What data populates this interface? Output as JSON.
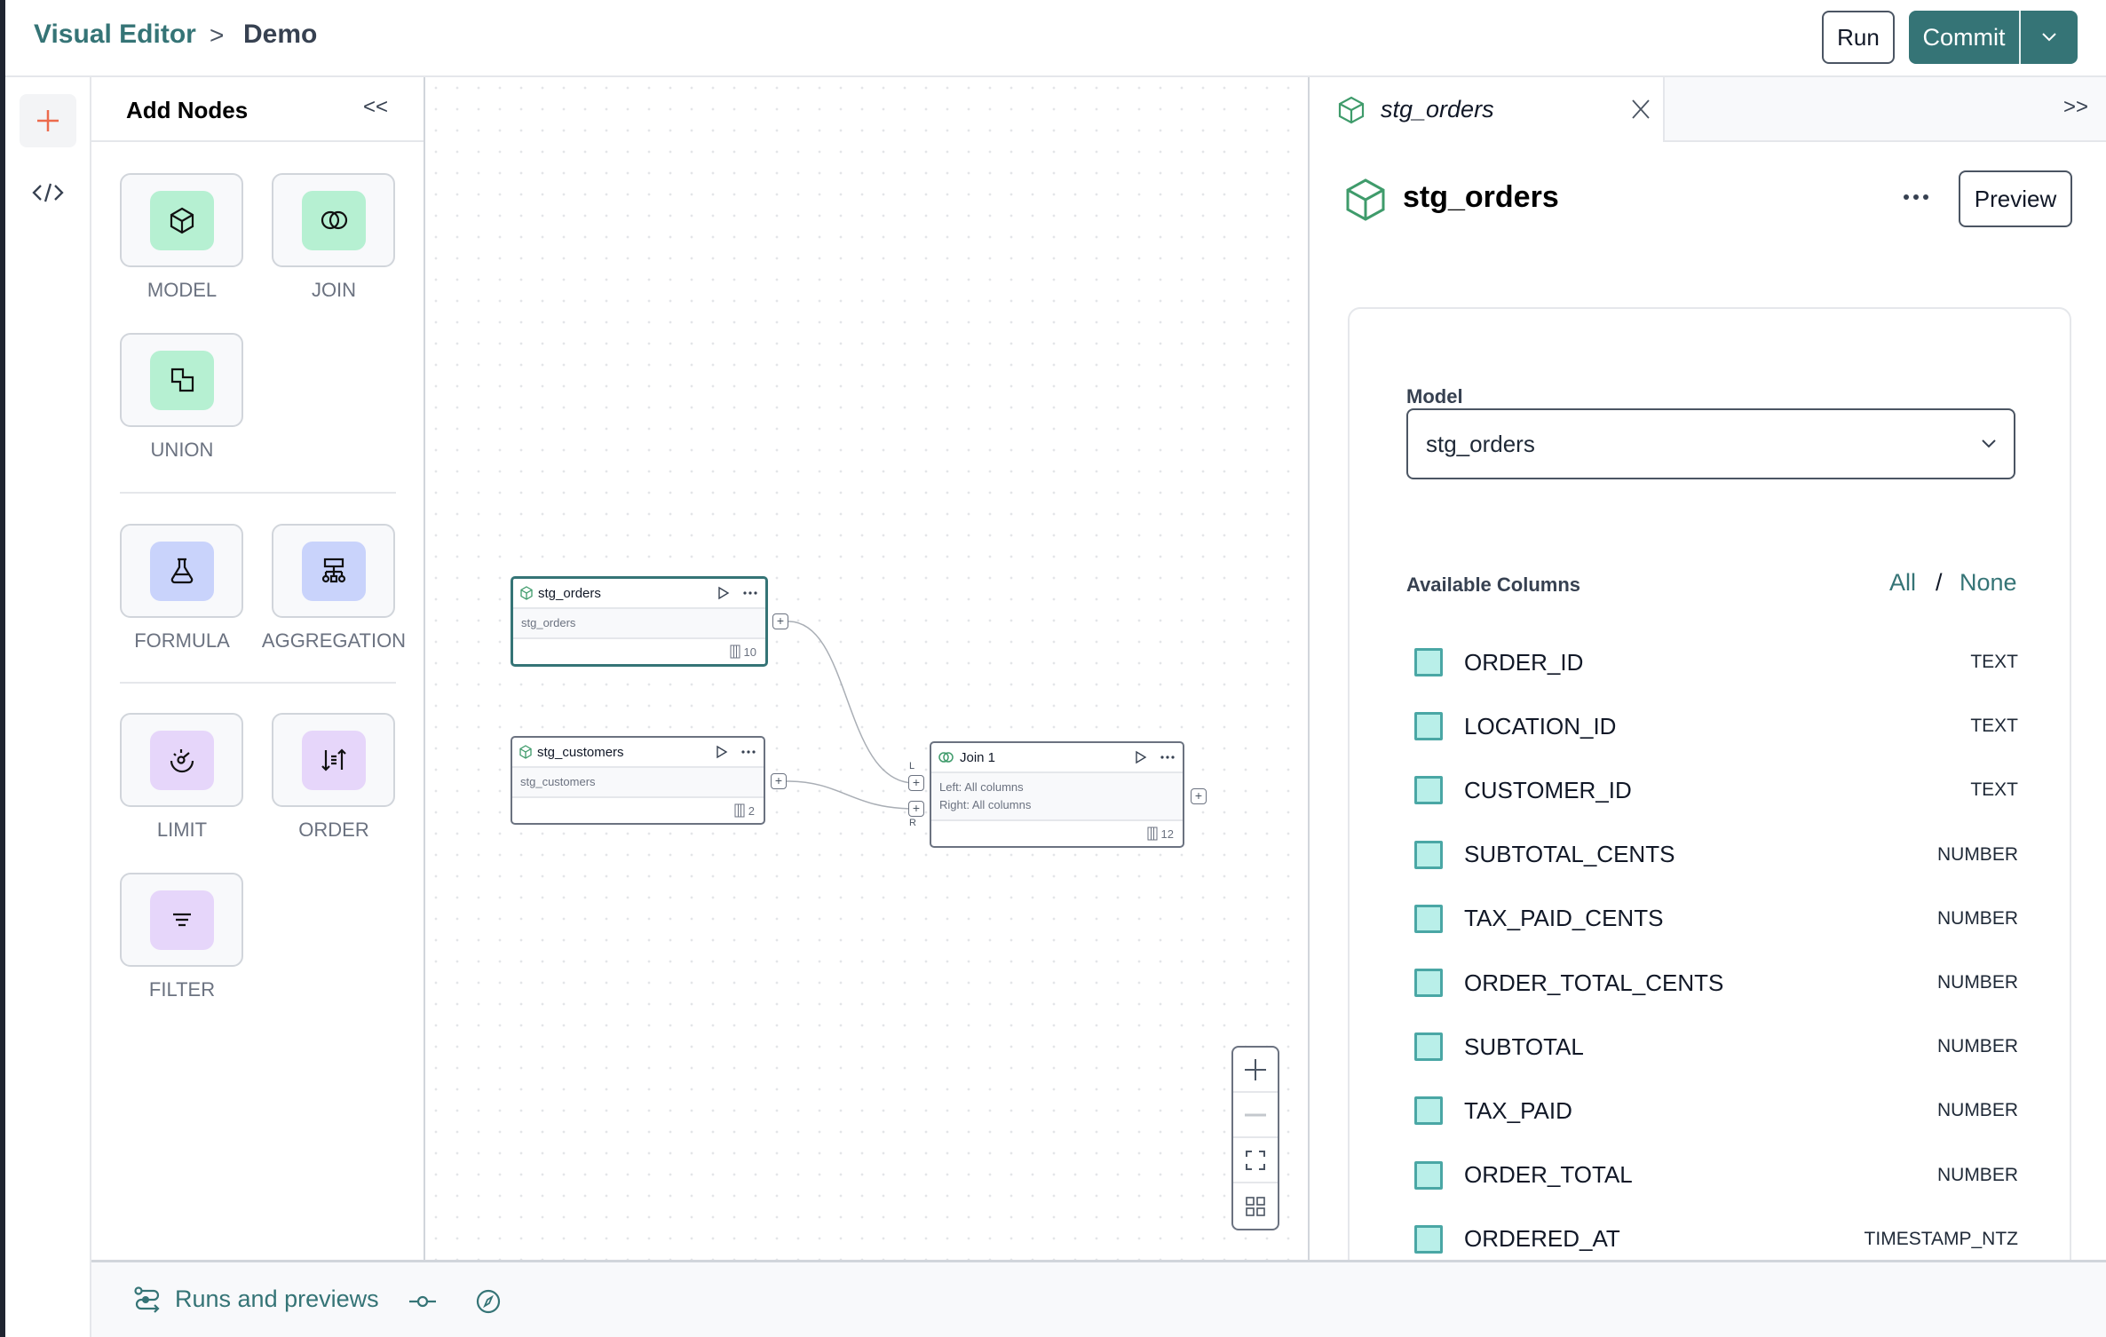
{
  "header": {
    "breadcrumb_root": "Visual Editor",
    "breadcrumb_separator": ">",
    "breadcrumb_current": "Demo",
    "run_label": "Run",
    "commit_label": "Commit"
  },
  "rail": {
    "items": [
      {
        "icon": "plus-icon"
      },
      {
        "icon": "code-icon"
      }
    ]
  },
  "add_nodes": {
    "title": "Add Nodes",
    "collapse": "<<",
    "tiles": [
      {
        "label": "MODEL",
        "icon": "cube-icon",
        "color": "#b6f0d2"
      },
      {
        "label": "JOIN",
        "icon": "join-icon",
        "color": "#b6f0d2"
      },
      {
        "label": "UNION",
        "icon": "union-icon",
        "color": "#b6f0d2"
      },
      {
        "label": "FORMULA",
        "icon": "flask-icon",
        "color": "#c9d3fb"
      },
      {
        "label": "AGGREGATION",
        "icon": "hierarchy-icon",
        "color": "#c9d3fb"
      },
      {
        "label": "LIMIT",
        "icon": "gauge-icon",
        "color": "#e6d6fa"
      },
      {
        "label": "ORDER",
        "icon": "sort-icon",
        "color": "#e6d6fa"
      },
      {
        "label": "FILTER",
        "icon": "filter-icon",
        "color": "#e6d6fa"
      }
    ]
  },
  "canvas": {
    "nodes": [
      {
        "title": "stg_orders",
        "body": [
          "stg_orders"
        ],
        "columns": "10",
        "selected": true
      },
      {
        "title": "stg_customers",
        "body": [
          "stg_customers"
        ],
        "columns": "2"
      },
      {
        "title": "Join 1",
        "body": [
          "Left: All columns",
          "Right: All columns"
        ],
        "columns": "12",
        "left_port": "L",
        "right_port": "R"
      }
    ]
  },
  "right_panel": {
    "tab_label": "stg_orders",
    "expand": ">>",
    "title": "stg_orders",
    "preview_label": "Preview",
    "model_label": "Model",
    "model_value": "stg_orders",
    "available_columns_label": "Available Columns",
    "all_label": "All",
    "slash": "/",
    "none_label": "None",
    "columns": [
      {
        "name": "ORDER_ID",
        "type": "TEXT"
      },
      {
        "name": "LOCATION_ID",
        "type": "TEXT"
      },
      {
        "name": "CUSTOMER_ID",
        "type": "TEXT"
      },
      {
        "name": "SUBTOTAL_CENTS",
        "type": "NUMBER"
      },
      {
        "name": "TAX_PAID_CENTS",
        "type": "NUMBER"
      },
      {
        "name": "ORDER_TOTAL_CENTS",
        "type": "NUMBER"
      },
      {
        "name": "SUBTOTAL",
        "type": "NUMBER"
      },
      {
        "name": "TAX_PAID",
        "type": "NUMBER"
      },
      {
        "name": "ORDER_TOTAL",
        "type": "NUMBER"
      },
      {
        "name": "ORDERED_AT",
        "type": "TIMESTAMP_NTZ"
      }
    ]
  },
  "bottom": {
    "runs_label": "Runs and previews"
  },
  "colors": {
    "accent": "#357476",
    "model_green": "#3f9b6b"
  }
}
